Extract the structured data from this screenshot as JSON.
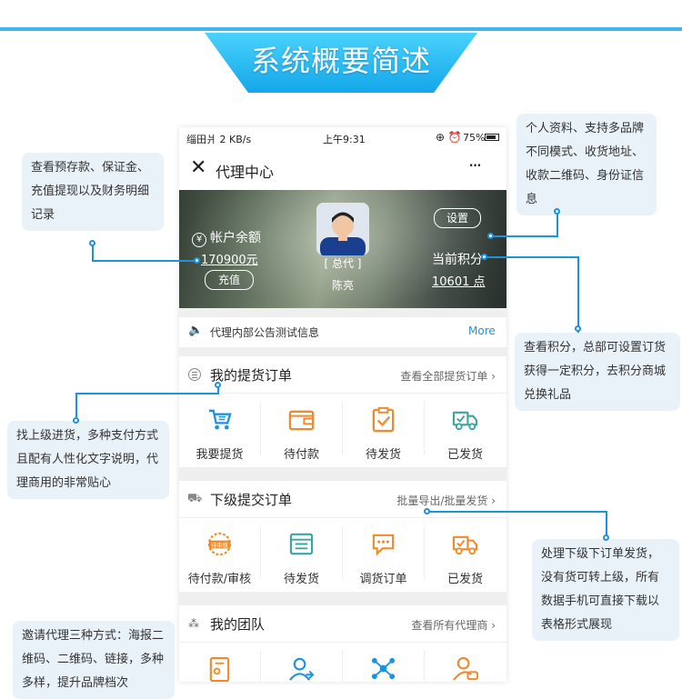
{
  "banner": {
    "title": "系统概要简述"
  },
  "callouts": {
    "top_right": "个人资料、支持多品牌不同模式、收货地址、收款二维码、身份证信息",
    "left_top": "查看预存款、保证金、充值提现以及财务明细记录",
    "right_mid": "查看积分，总部可设置订货获得一定积分，去积分商城兑换礼品",
    "left_mid": "找上级进货，多种支付方式且配有人性化文字说明，代理商用的非常贴心",
    "right_bottom": "处理下级下订单发货，没有货可转上级，所有数据手机可直接下载以表格形式展现",
    "left_bottom": "邀请代理三种方式：海报二维码、二维码、链接，多种多样，提升品牌档次"
  },
  "status_bar": {
    "network": "缁田爿 2 KB/s",
    "time": "上午9:31",
    "battery": "75%"
  },
  "app_bar": {
    "title": "代理中心",
    "more": "···"
  },
  "profile": {
    "balance_label": "帐户余额",
    "balance_value": "170900元",
    "recharge": "充值",
    "role": "[ 总代 ]",
    "name": "陈亮",
    "settings": "设置",
    "points_label": "当前积分",
    "points_value": "10601 点"
  },
  "notice": {
    "text": "代理内部公告测试信息",
    "more": "More"
  },
  "my_orders": {
    "title": "我的提货订单",
    "link": "查看全部提货订单",
    "items": [
      {
        "label": "我要提货",
        "icon": "cart-icon"
      },
      {
        "label": "待付款",
        "icon": "wallet-icon"
      },
      {
        "label": "待发货",
        "icon": "clipboard-check-icon"
      },
      {
        "label": "已发货",
        "icon": "truck-icon"
      }
    ]
  },
  "sub_orders": {
    "title": "下级提交订单",
    "link": "批量导出/批量发货",
    "items": [
      {
        "label": "待付款/审核",
        "icon": "pending-audit-icon",
        "badge": "待审核"
      },
      {
        "label": "待发货",
        "icon": "window-icon"
      },
      {
        "label": "调货订单",
        "icon": "transfer-chat-icon"
      },
      {
        "label": "已发货",
        "icon": "truck-icon"
      }
    ]
  },
  "team": {
    "title": "我的团队",
    "link": "查看所有代理商",
    "items": [
      {
        "icon": "document-icon"
      },
      {
        "icon": "user-add-icon"
      },
      {
        "icon": "network-icon"
      },
      {
        "icon": "user-chat-icon"
      }
    ]
  },
  "colors": {
    "accent": "#1e93dd",
    "orange": "#f08a2a",
    "teal": "#3aa6a0"
  }
}
